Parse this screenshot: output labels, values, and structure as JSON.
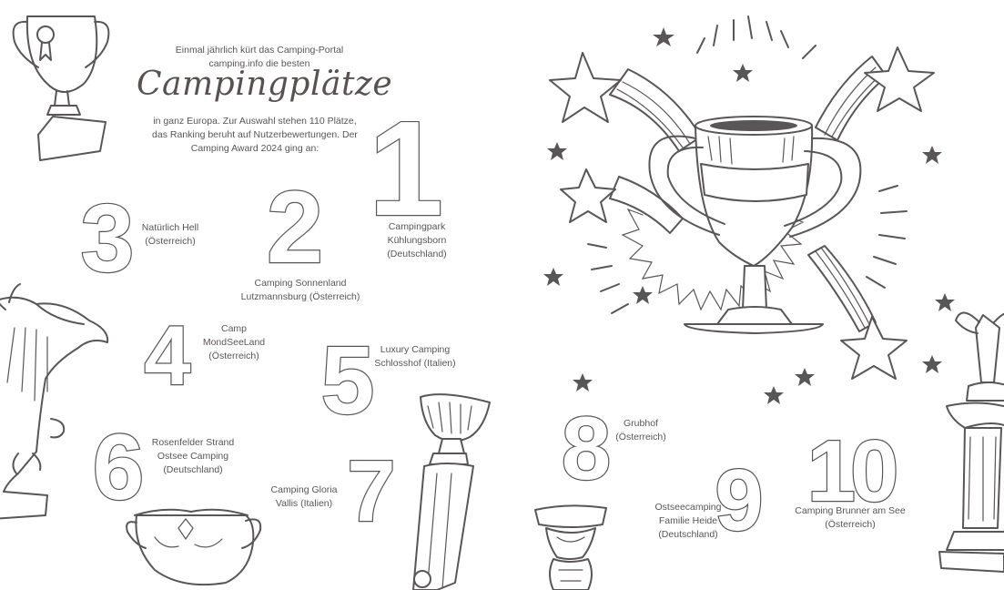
{
  "intro": {
    "line_before": "Einmal jährlich kürt das Camping-Portal camping.info die besten",
    "heading": "Campingplätze",
    "line_after": "in ganz Europa. Zur Auswahl stehen 110 Plätze, das Ranking beruht auf Nutzerbewertungen. Der Camping Award 2024 ging an:"
  },
  "rankings": [
    {
      "rank": "1",
      "name": "Campingpark Kühlungsborn (Deutschland)"
    },
    {
      "rank": "2",
      "name": "Camping Sonnenland Lutzmannsburg (Österreich)"
    },
    {
      "rank": "3",
      "name": "Natürlich Hell (Österreich)"
    },
    {
      "rank": "4",
      "name": "Camp MondSeeLand (Österreich)"
    },
    {
      "rank": "5",
      "name": "Luxury Camping Schlosshof (Italien)"
    },
    {
      "rank": "6",
      "name": "Rosenfelder Strand Ostsee Camping (Deutschland)"
    },
    {
      "rank": "7",
      "name": "Camping Gloria Vallis (Italien)"
    },
    {
      "rank": "8",
      "name": "Grubhof (Österreich)"
    },
    {
      "rank": "9",
      "name": "Ostseecamping Familie Heide (Deutschland)"
    },
    {
      "rank": "10",
      "name": "Camping Brunner am See (Österreich)"
    }
  ],
  "icons": [
    "trophy-icon",
    "star-icon",
    "medal-icon",
    "laurel-icon",
    "winged-figure-icon"
  ],
  "colors": {
    "line": "#5a5556",
    "background": "#ffffff"
  }
}
